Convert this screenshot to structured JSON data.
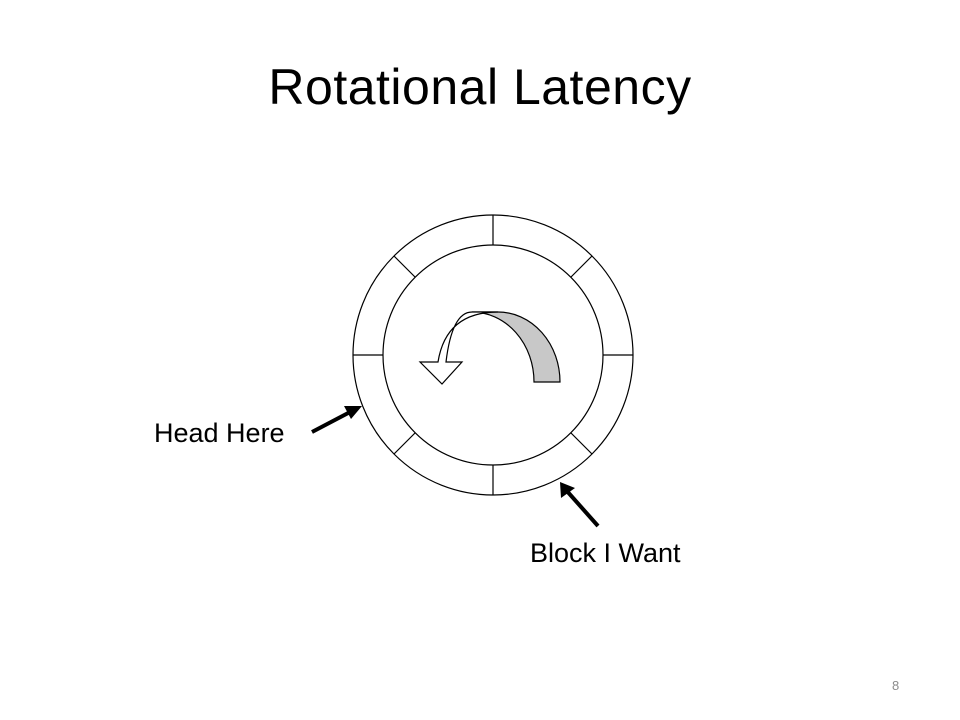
{
  "slide": {
    "title": "Rotational Latency",
    "page_number": "8"
  },
  "diagram": {
    "labels": {
      "head": "Head Here",
      "block": "Block I Want"
    },
    "colors": {
      "stroke": "#000000",
      "arrow_shaded": "#c8c8c8",
      "arrow_fill": "#ffffff"
    }
  }
}
